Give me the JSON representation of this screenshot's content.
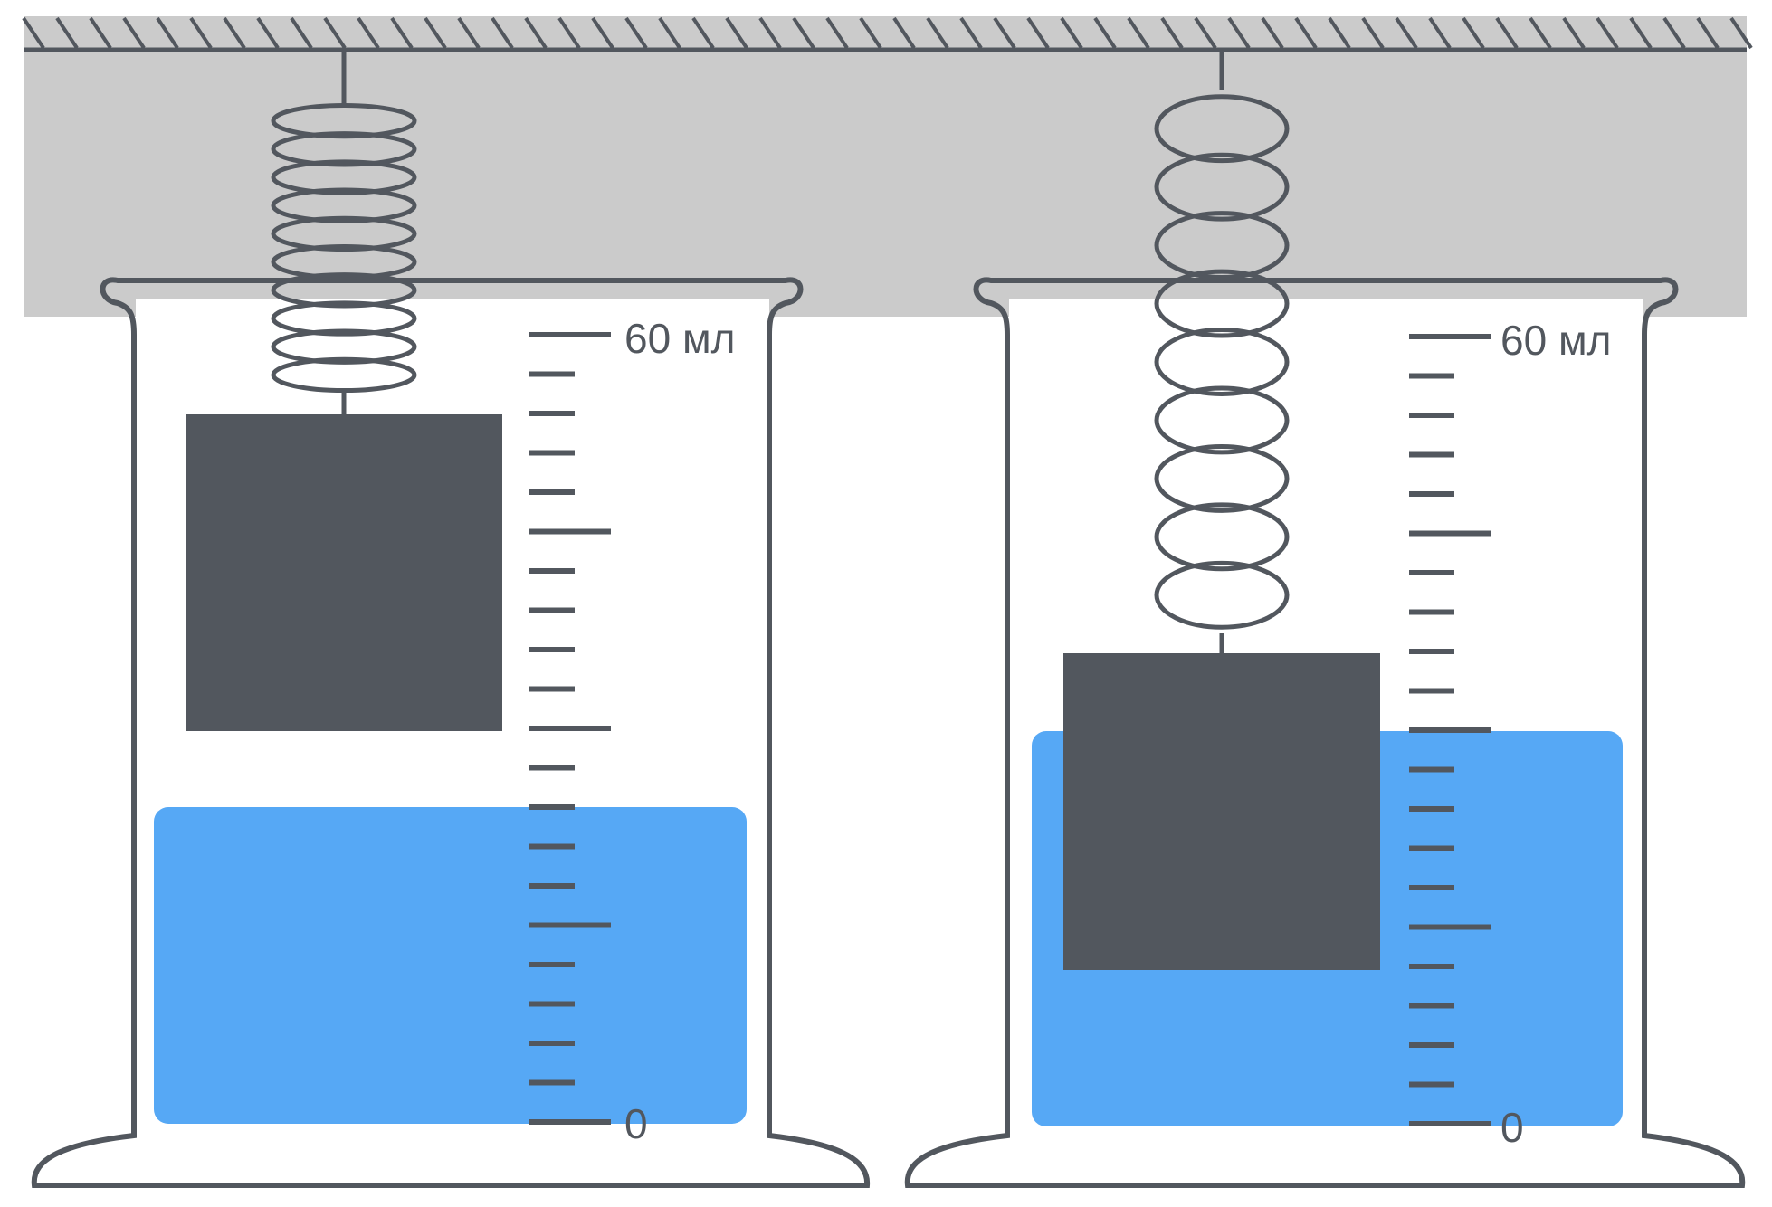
{
  "colors": {
    "outline": "#52575e",
    "water": "#56a8f5",
    "block": "#52575e",
    "ceiling": "#cbcbcb",
    "background": "#ffffff"
  },
  "left_setup": {
    "label_max": "60 мл",
    "label_min": "0",
    "water_level_fraction": 0.4,
    "block_submerged": false
  },
  "right_setup": {
    "label_max": "60 мл",
    "label_min": "0",
    "water_level_fraction": 0.5,
    "block_submerged": true
  },
  "scale": {
    "max_ml": 60,
    "minor_divisions": 20,
    "major_every": 5
  }
}
